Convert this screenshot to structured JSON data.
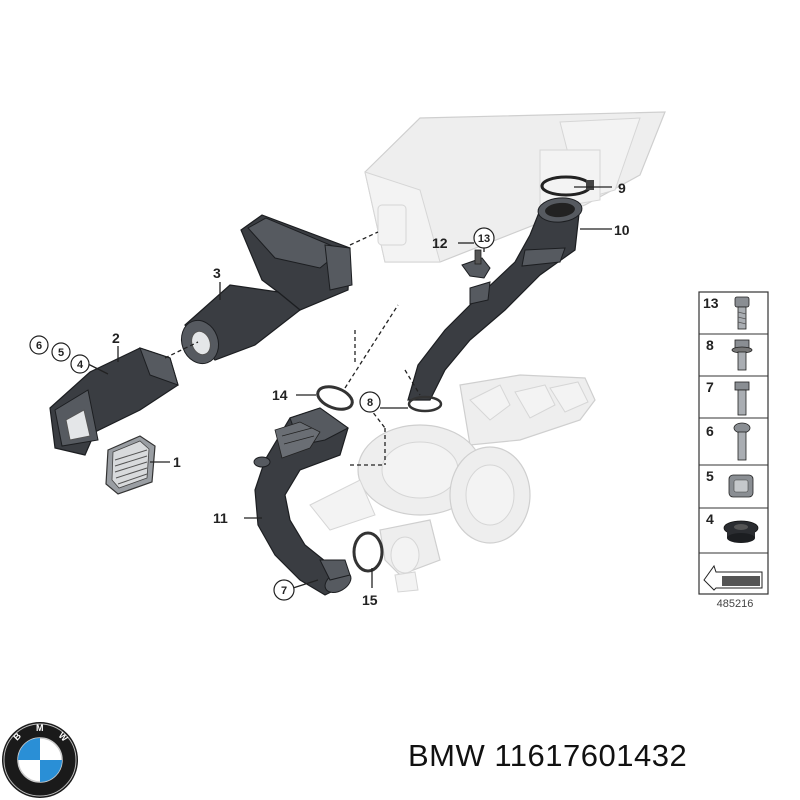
{
  "callouts": {
    "c1": "1",
    "c2": "2",
    "c3": "3",
    "c4": "4",
    "c5": "5",
    "c6": "6",
    "c7": "7",
    "c8": "8",
    "c9": "9",
    "c10": "10",
    "c11": "11",
    "c12": "12",
    "c13": "13",
    "c14": "14",
    "c15": "15"
  },
  "legend": {
    "items": [
      "13",
      "8",
      "7",
      "6",
      "5",
      "4"
    ],
    "ref_code": "485216"
  },
  "footer": {
    "brand_part_text": "BMW 11617601432",
    "logo_letters": "BMW"
  },
  "colors": {
    "part_dark": "#3a3d42",
    "ghost_engine": "#eeeeee",
    "bmw_blue": "#2a8fd6"
  }
}
